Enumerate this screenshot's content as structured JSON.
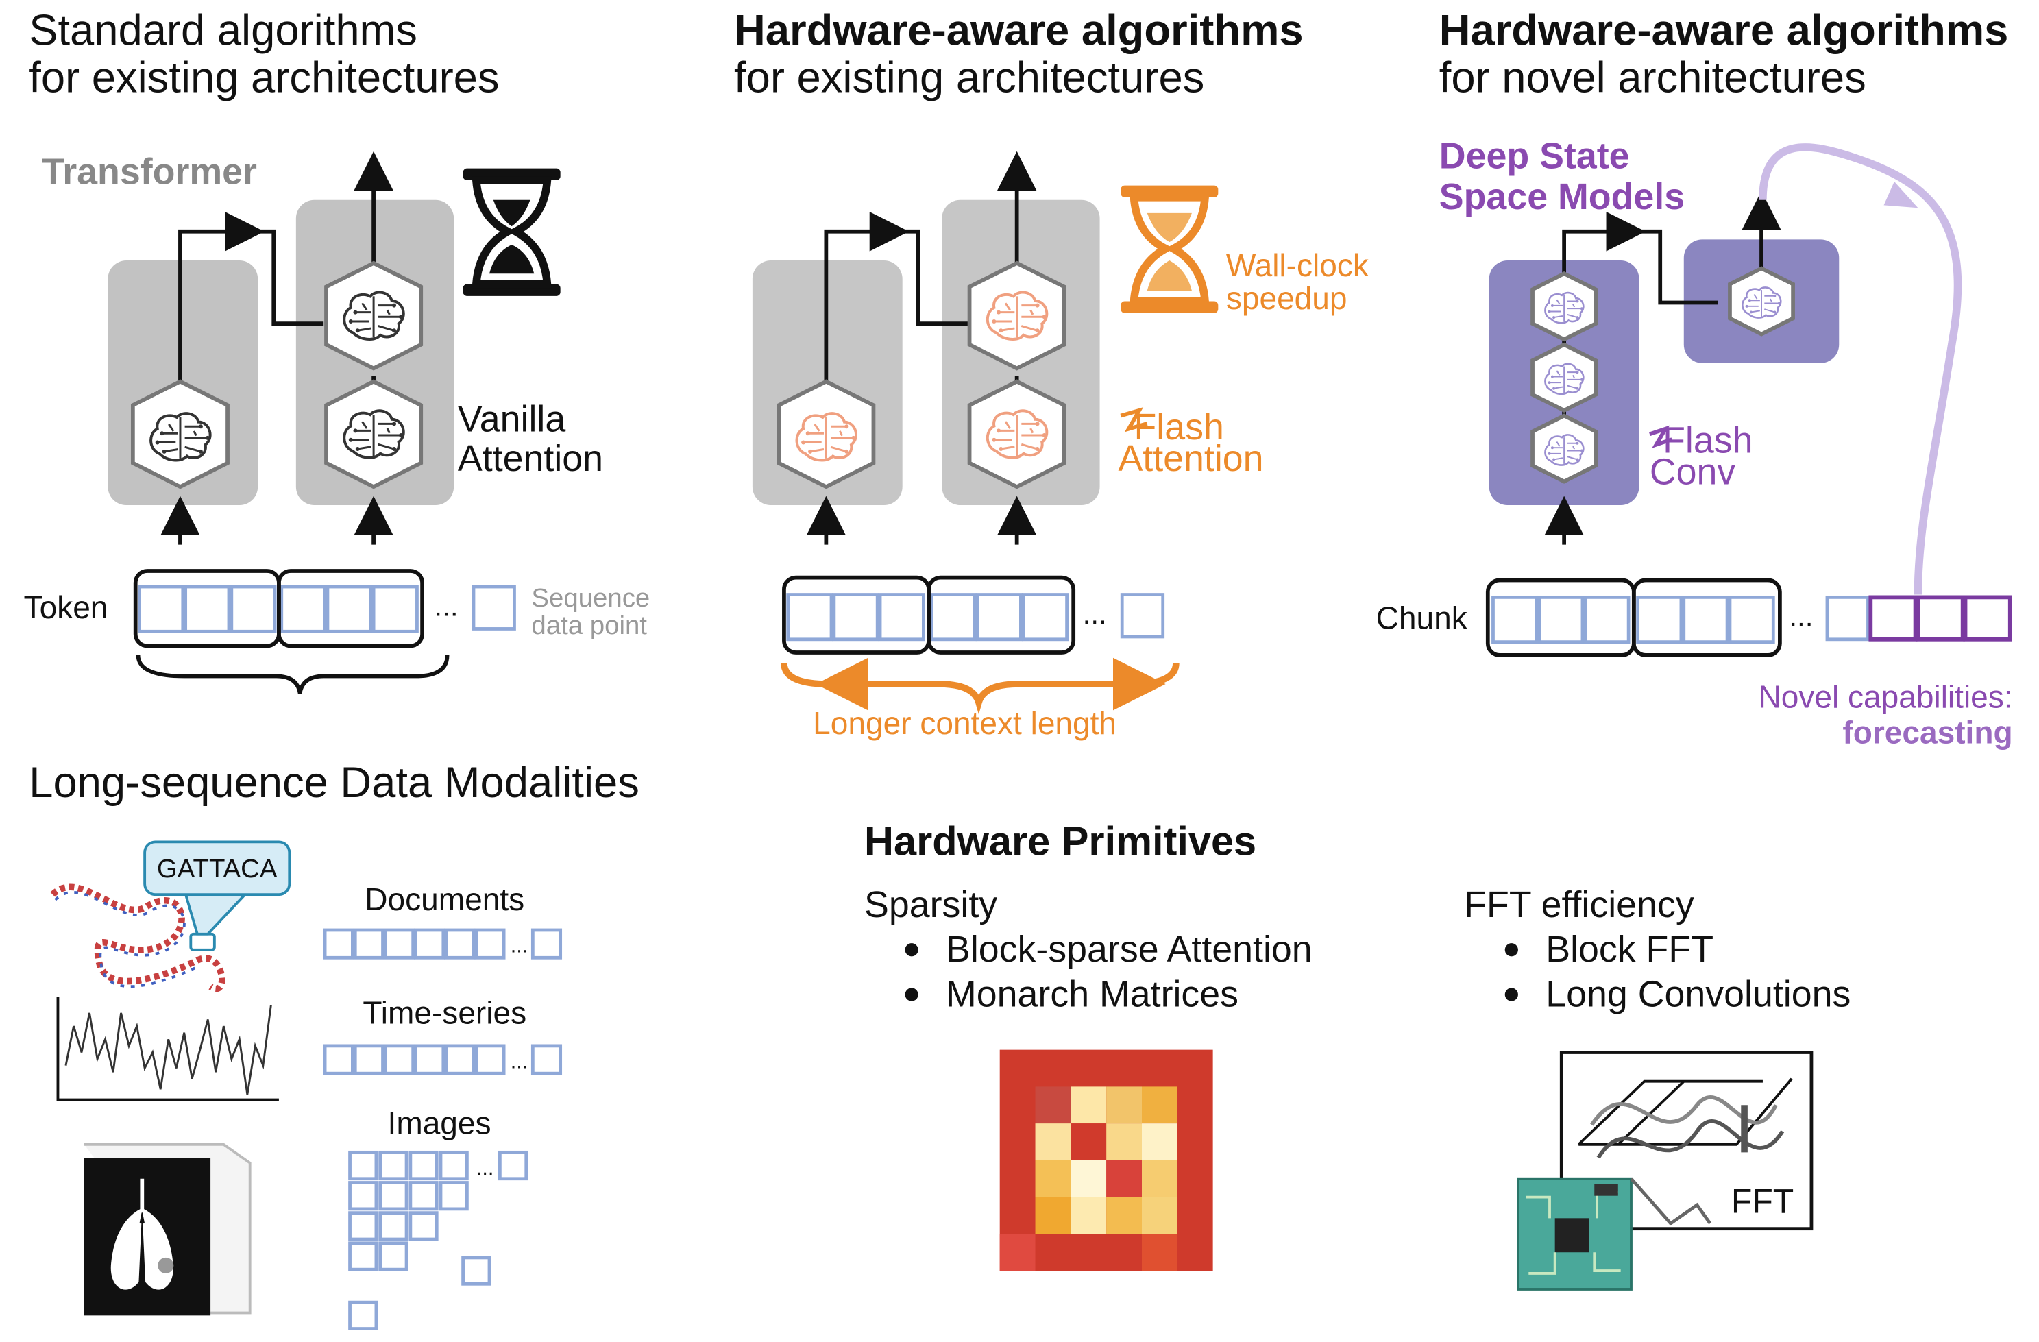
{
  "columns": {
    "standard": {
      "line1": "Standard algorithms",
      "line2": "for existing architectures"
    },
    "hw_existing": {
      "line1": "Hardware-aware algorithms",
      "line2": "for existing architectures"
    },
    "hw_novel": {
      "line1": "Hardware-aware algorithms",
      "line2": "for novel architectures"
    }
  },
  "standard_panel": {
    "model_label": "Transformer",
    "attention_line1": "Vanilla",
    "attention_line2": "Attention",
    "token_label": "Token",
    "ellipsis": "...",
    "legend_line1": "Sequence",
    "legend_line2": "data point"
  },
  "flash_panel": {
    "speedup_line1": "Wall-clock",
    "speedup_line2": "speedup",
    "flash_line1": "Flash",
    "flash_line2": "Attention",
    "context_label": "Longer context length",
    "ellipsis": "..."
  },
  "ssm_panel": {
    "model_line1": "Deep State",
    "model_line2": "Space Models",
    "conv_line1": "Flash",
    "conv_line2": "Conv",
    "chunk_label": "Chunk",
    "ellipsis": "...",
    "novel_line1": "Novel capabilities:",
    "novel_line2": "forecasting"
  },
  "modalities": {
    "title": "Long-sequence Data Modalities",
    "dna_label": "GATTACA",
    "documents": "Documents",
    "timeseries": "Time-series",
    "images": "Images",
    "ellipsis": "..."
  },
  "primitives": {
    "title": "Hardware Primitives",
    "sparsity": {
      "title": "Sparsity",
      "items": [
        "Block-sparse Attention",
        "Monarch Matrices"
      ]
    },
    "fft": {
      "title": "FFT efficiency",
      "items": [
        "Block FFT",
        "Long Convolutions"
      ]
    },
    "fft_plot_label": "FFT"
  },
  "colors": {
    "orange": "#ec8a2a",
    "purple": "#8a4ab0",
    "cell_blue": "#8fa8d8",
    "gray_box": "#c2c2c2"
  }
}
